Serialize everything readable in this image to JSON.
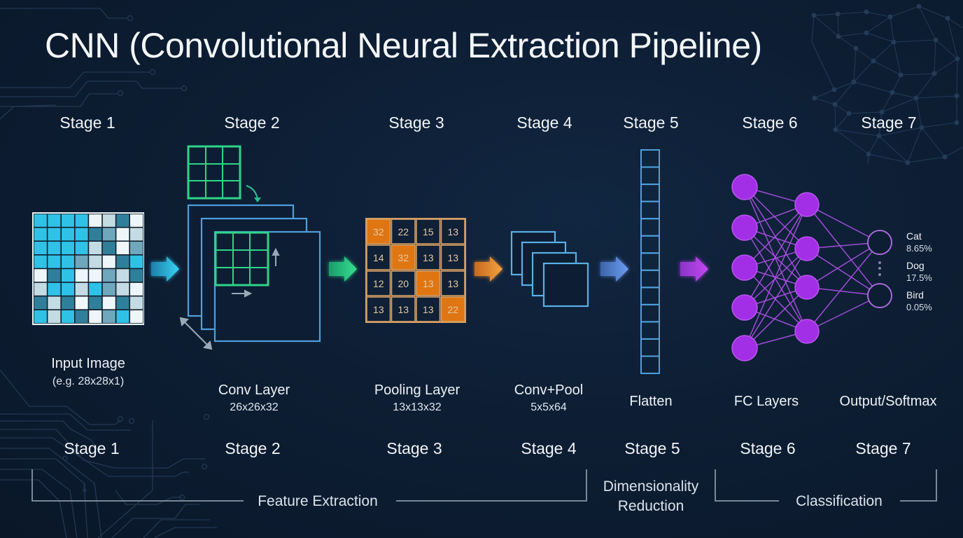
{
  "title": "CNN (Convolutional Neural Extraction Pipeline)",
  "top_stages": [
    "Stage 1",
    "Stage 2",
    "Stage 3",
    "Stage 4",
    "Stage 5",
    "Stage 6",
    "Stage 7"
  ],
  "bottom_stages": [
    "Stage 1",
    "Stage 2",
    "Stage 3",
    "Stage 4",
    "Stage 5",
    "Stage 6",
    "Stage 7"
  ],
  "layers": [
    {
      "name": "Input Image",
      "detail": "(e.g. 28x28x1)"
    },
    {
      "name": "Conv Layer",
      "detail": "26x26x32"
    },
    {
      "name": "Pooling Layer",
      "detail": "13x13x32"
    },
    {
      "name": "Conv+Pool",
      "detail": "5x5x64"
    },
    {
      "name": "Flatten",
      "detail": ""
    },
    {
      "name": "FC Layers",
      "detail": ""
    },
    {
      "name": "Output/Softmax",
      "detail": ""
    }
  ],
  "input_grid": {
    "size": "8x8",
    "rows": [
      [
        "cyan",
        "cyan",
        "cyan",
        "cyan",
        "white",
        "light",
        "teal",
        "white"
      ],
      [
        "cyan",
        "cyan",
        "cyan",
        "cyan",
        "teal",
        "mid",
        "white",
        "light"
      ],
      [
        "cyan",
        "cyan",
        "cyan",
        "cyan",
        "light",
        "teal",
        "white",
        "mid"
      ],
      [
        "cyan",
        "cyan",
        "cyan",
        "mid",
        "light",
        "white",
        "teal",
        "cyan"
      ],
      [
        "white",
        "teal",
        "cyan",
        "white",
        "white",
        "mid",
        "light",
        "teal"
      ],
      [
        "light",
        "cyan",
        "cyan",
        "light",
        "cyan",
        "mid",
        "light",
        "white"
      ],
      [
        "teal",
        "light",
        "teal",
        "white",
        "teal",
        "white",
        "teal",
        "light"
      ],
      [
        "cyan",
        "light",
        "cyan",
        "teal",
        "white",
        "mid",
        "cyan",
        "white"
      ]
    ]
  },
  "pooling_grid": {
    "values": [
      [
        32,
        22,
        15,
        13
      ],
      [
        14,
        32,
        13,
        13
      ],
      [
        12,
        20,
        13,
        13
      ],
      [
        13,
        13,
        13,
        22
      ]
    ],
    "highlighted": [
      [
        0,
        0
      ],
      [
        1,
        1
      ],
      [
        2,
        2
      ],
      [
        3,
        3
      ]
    ]
  },
  "flatten_cells": 13,
  "fc_layers": {
    "layer1_nodes": 5,
    "layer2_nodes": 4
  },
  "outputs": [
    {
      "label": "Cat",
      "value": "8.65%"
    },
    {
      "label": "Dog",
      "value": "17.5%"
    },
    {
      "label": "Bird",
      "value": "0.05%"
    }
  ],
  "groups": {
    "feature_extraction": "Feature Extraction",
    "dimensionality_line1": "Dimensionality",
    "dimensionality_line2": "Reduction",
    "classification": "Classification"
  },
  "colors": {
    "background": "#0b1a2e",
    "cyan": "#2ec4e8",
    "green": "#2fd488",
    "blue_outline": "#4a9ad6",
    "orange": "#e07a12",
    "purple": "#a22fe6",
    "purple_line": "#b05ce8"
  }
}
